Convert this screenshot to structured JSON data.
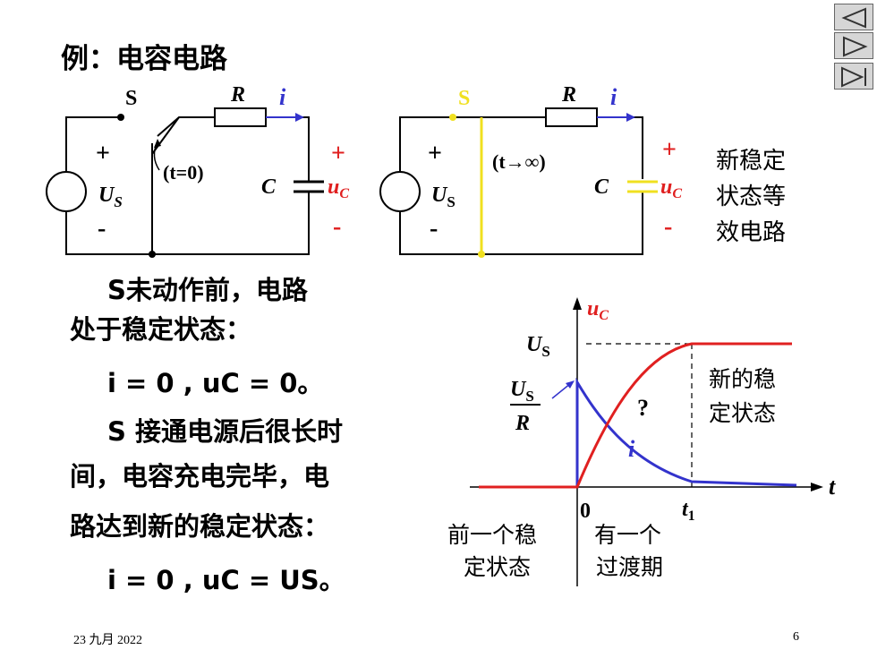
{
  "title": "例：电容电路",
  "circuit1": {
    "switch_label": "S",
    "resistor_label": "R",
    "current_label": "i",
    "plus": "+",
    "minus": "-",
    "source_label": "U",
    "source_sub": "S",
    "time_label": "(t=0)",
    "cap_label": "C",
    "uc_label": "u",
    "uc_sub": "C"
  },
  "circuit2": {
    "switch_label": "S",
    "resistor_label": "R",
    "current_label": "i",
    "plus": "+",
    "minus": "-",
    "source_label": "U",
    "source_sub": "S",
    "time_label": "(t→∞)",
    "cap_label": "C",
    "uc_label": "u",
    "uc_sub": "C"
  },
  "side_note": [
    "新稳定",
    "状态等",
    "效电路"
  ],
  "text": {
    "line1": "S未动作前，电路",
    "line2": "处于稳定状态：",
    "line3": "i = 0 , uC = 0。",
    "line4": "S 接通电源后很长时",
    "line5": "间，电容充电完毕，电",
    "line6": "路达到新的稳定状态：",
    "line7": "i = 0 , uC = US。"
  },
  "graph": {
    "y_label": "u",
    "y_label_sub": "C",
    "us_label": "U",
    "us_sub": "S",
    "peak_num": "U",
    "peak_num_sub": "S",
    "peak_den": "R",
    "question": "?",
    "i_label": "i",
    "t_label": "t",
    "origin": "0",
    "t1_label": "t",
    "t1_sub": "1",
    "new_state": [
      "新的稳",
      "定状态"
    ],
    "prev_state": [
      "前一个稳",
      "定状态"
    ],
    "transition": [
      "有一个",
      "过渡期"
    ],
    "colors": {
      "uc": "#e02020",
      "i": "#3333cc"
    }
  },
  "footer": {
    "date": "23 九月 2022",
    "page": "6"
  }
}
